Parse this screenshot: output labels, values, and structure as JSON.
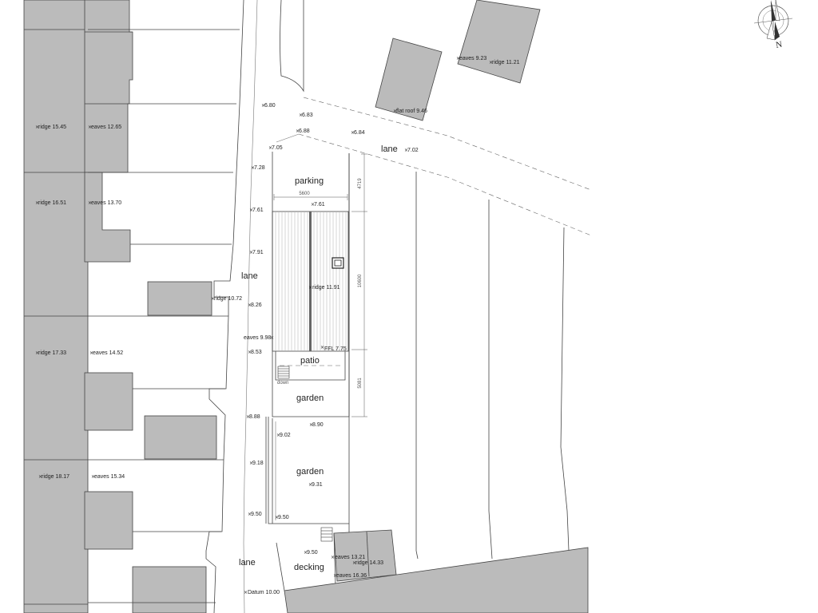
{
  "north_arrow": {
    "icon": "north-arrow-icon",
    "letter": "N"
  },
  "areas": {
    "lane_top": "lane",
    "lane_left": "lane",
    "lane_bottom": "lane",
    "parking": "parking",
    "patio": "patio",
    "garden_1": "garden",
    "garden_2": "garden",
    "decking": "decking",
    "down": "down"
  },
  "dimensions": {
    "width_top": "5600",
    "depth_parking": "4719",
    "depth_building": "10600",
    "depth_patio": "5081"
  },
  "levels": {
    "l_680": "6.80",
    "l_683": "6.83",
    "l_688": "6.88",
    "l_684": "6.84",
    "l_705": "7.05",
    "l_702": "7.02",
    "l_728": "7.28",
    "l_761a": "7.61",
    "l_761b": "7.61",
    "l_791": "7.91",
    "l_826": "8.26",
    "l_853": "8.53",
    "l_888": "8.88",
    "l_890": "8.90",
    "l_902": "9.02",
    "l_918": "9.18",
    "l_931": "9.31",
    "l_950a": "9.50",
    "l_950b": "9.50",
    "ffl": "FFL 7.75",
    "ridge_main": "ridge 11.91",
    "eaves_main": "eaves 9.98",
    "ridge_1545": "ridge 15.45",
    "eaves_1265": "eaves 12.65",
    "ridge_1651": "ridge 16.51",
    "eaves_1370": "eaves 13.70",
    "ridge_1072": "ridge 10.72",
    "ridge_1733": "ridge 17.33",
    "eaves_1452": "eaves 14.52",
    "ridge_1817": "ridge 18.17",
    "eaves_1534": "eaves 15.34",
    "eaves_923": "eaves 9.23",
    "ridge_1121": "ridge 11.21",
    "flat_roof": "flat roof 9.46",
    "eaves_1321": "eaves 13.21",
    "ridge_1433": "ridge 14.33",
    "eaves_1636": "eaves 16.36",
    "datum": "Datum 10.00"
  },
  "colors": {
    "building_fill": "#bbbbbb",
    "line": "#444444"
  }
}
